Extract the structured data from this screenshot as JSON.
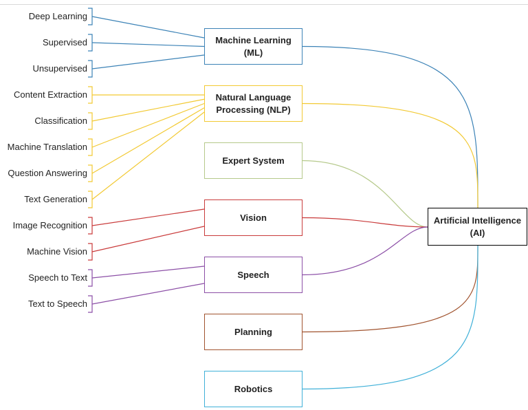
{
  "root": {
    "label": "Artificial Intelligence\n(AI)"
  },
  "categories": [
    {
      "id": "ml",
      "label": "Machine Learning\n(ML)",
      "color": "#3b82b6",
      "items": [
        "Deep Learning",
        "Supervised",
        "Unsupervised"
      ]
    },
    {
      "id": "nlp",
      "label": "Natural Language\nProcessing (NLP)",
      "color": "#f2c932",
      "items": [
        "Content Extraction",
        "Classification",
        "Machine Translation",
        "Question Answering",
        "Text Generation"
      ]
    },
    {
      "id": "expert",
      "label": "Expert System",
      "color": "#b5c98a",
      "items": []
    },
    {
      "id": "vision",
      "label": "Vision",
      "color": "#c93a3a",
      "items": [
        "Image Recognition",
        "Machine Vision"
      ]
    },
    {
      "id": "speech",
      "label": "Speech",
      "color": "#8b4ea6",
      "items": [
        "Speech to Text",
        "Text to Speech"
      ]
    },
    {
      "id": "planning",
      "label": "Planning",
      "color": "#a0522d",
      "items": []
    },
    {
      "id": "robotics",
      "label": "Robotics",
      "color": "#3fb0d8",
      "items": []
    }
  ]
}
